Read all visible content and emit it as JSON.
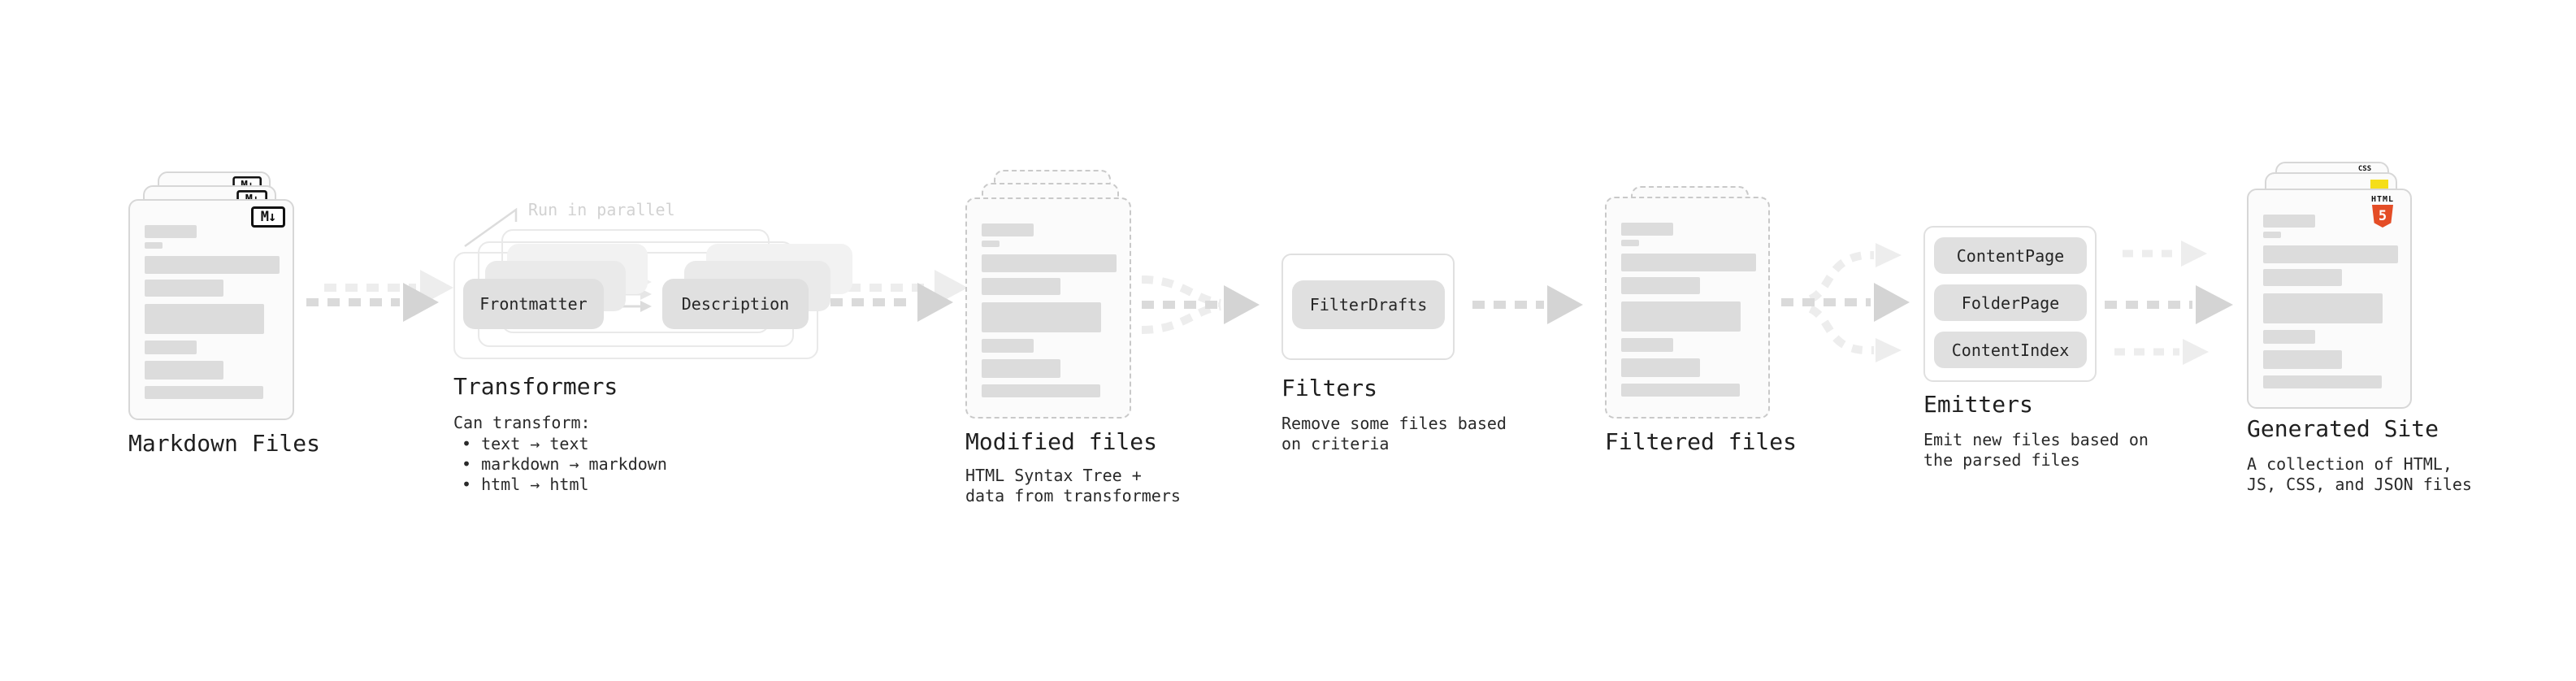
{
  "sections": [
    {
      "id": "markdown-files",
      "label": "Markdown Files",
      "badge": "M↓"
    },
    {
      "id": "transformers",
      "label": "Transformers",
      "note": "Run in parallel",
      "boxes": [
        "Frontmatter",
        "Description"
      ],
      "desc": "Can transform:",
      "bullets": [
        "• text → text",
        "• markdown → markdown",
        "• html → html"
      ]
    },
    {
      "id": "modified-files",
      "label": "Modified files",
      "desc": "HTML Syntax Tree +\ndata from transformers"
    },
    {
      "id": "filters",
      "label": "Filters",
      "boxes": [
        "FilterDrafts"
      ],
      "desc": "Remove some files based\non criteria"
    },
    {
      "id": "filtered-files",
      "label": "Filtered files"
    },
    {
      "id": "emitters",
      "label": "Emitters",
      "boxes": [
        "ContentPage",
        "FolderPage",
        "ContentIndex"
      ],
      "desc": "Emit new files based on\nthe parsed files"
    },
    {
      "id": "generated-site",
      "label": "Generated Site",
      "desc": "A collection of HTML,\nJS, CSS, and JSON files",
      "icons": {
        "css_label": "CSS",
        "html_label": "HTML",
        "html_number": "5"
      }
    }
  ],
  "colors": {
    "ink": "#1f1f1f",
    "note": "#d2d2d2",
    "card_bg": "#fbfbfb",
    "card_border": "#d7d7d7",
    "dashed_border": "#c9c9c9",
    "bar": "#dcdcdc",
    "box_bg": "#e0e0e0",
    "box_echo1": "#eaeaea",
    "box_echo2": "#f2f2f2",
    "container_border": "#e9e9e9",
    "arrow_main": "#d4d4d4",
    "arrow_dash": "#dadada",
    "arrow_light": "#ededed",
    "js_yellow": "#f5de19",
    "css_blue": "#2c65f1",
    "html_orange": "#e44d26"
  }
}
